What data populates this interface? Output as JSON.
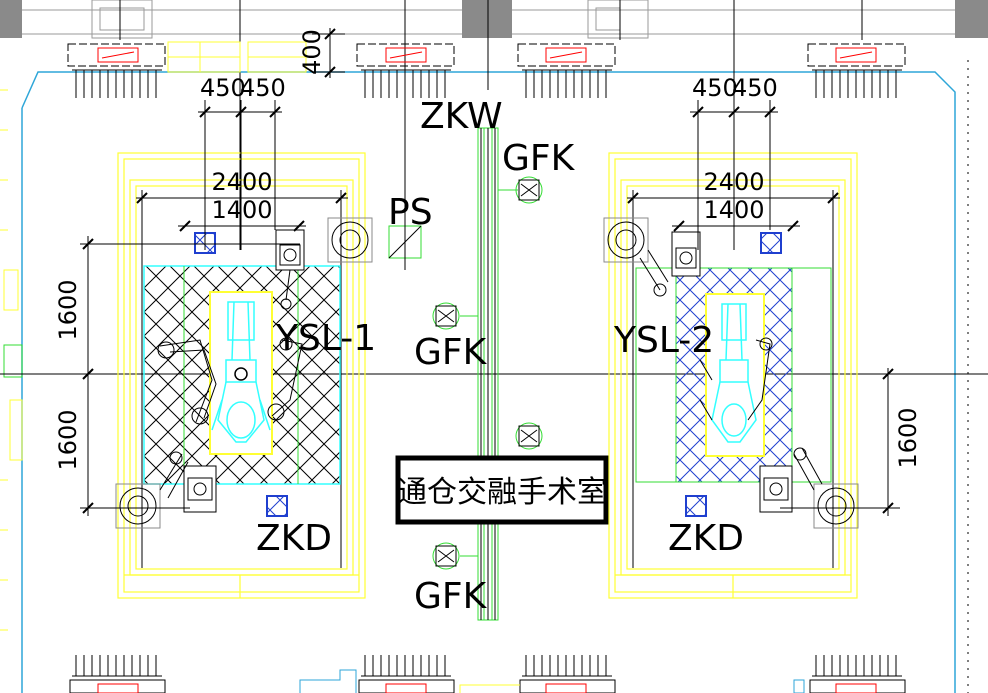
{
  "colors": {
    "background": "#ffffff",
    "line": "#000000",
    "outline": "#2ea6d8",
    "yellow": "#ffff33",
    "green": "#33dd33",
    "cyan": "#33ffff",
    "blue": "#1f3fcf",
    "red": "#ff0000",
    "gray": "#8a8a8a"
  },
  "labels": {
    "zkw": "ZKW",
    "gfk_top": "GFK",
    "gfk_mid": "GFK",
    "gfk_bottom": "GFK",
    "ps": "PS",
    "ysl_1": "YSL-1",
    "ysl_2": "YSL-2",
    "zkd_left": "ZKD",
    "zkd_right": "ZKD",
    "room_title": "通仓交融手术室"
  },
  "dimensions": {
    "d400": "400",
    "left_450_a": "450",
    "left_450_b": "450",
    "right_450_a": "450",
    "right_450_b": "450",
    "left_2400": "2400",
    "left_1400": "1400",
    "right_2400": "2400",
    "right_1400": "1400",
    "left_1600_top": "1600",
    "left_1600_bottom": "1600",
    "right_1600": "1600"
  },
  "icons": {
    "diffuser": "air-diffuser-icon",
    "fan": "fan-unit-icon",
    "lamp": "surgical-lamp-icon",
    "table": "operating-table-icon",
    "valve": "valve-symbol-icon",
    "pendant": "ceiling-pendant-icon"
  }
}
